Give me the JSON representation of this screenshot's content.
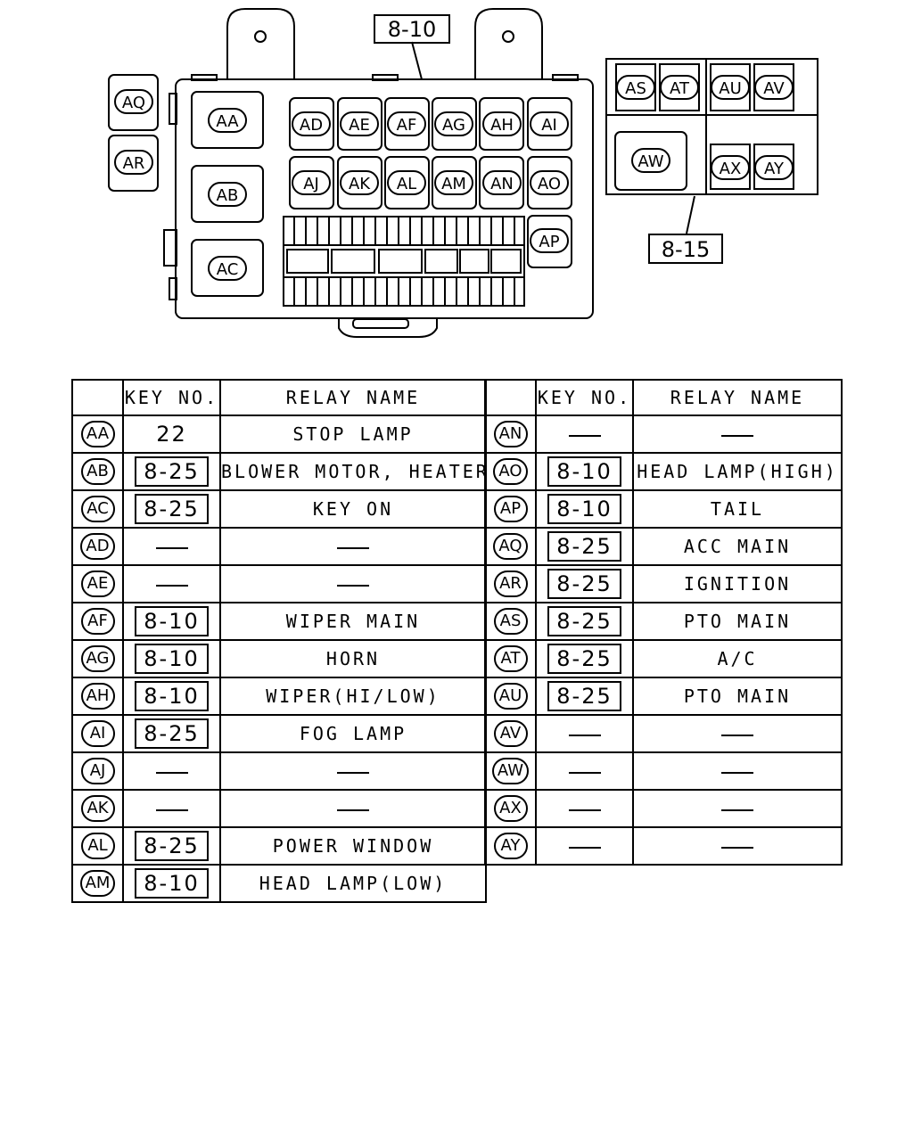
{
  "diagram": {
    "callout_top": "8-10",
    "callout_right": "8-15",
    "main_box_labels": [
      "AA",
      "AB",
      "AC",
      "AD",
      "AE",
      "AF",
      "AG",
      "AH",
      "AI",
      "AJ",
      "AK",
      "AL",
      "AM",
      "AN",
      "AO",
      "AP"
    ],
    "side_labels": [
      "AQ",
      "AR"
    ],
    "sub_box_labels": [
      "AS",
      "AT",
      "AU",
      "AV",
      "AW",
      "AX",
      "AY"
    ]
  },
  "table": {
    "headers": {
      "key_no": "KEY NO.",
      "relay_name": "RELAY NAME"
    },
    "left": [
      {
        "code": "AA",
        "key": "22",
        "key_boxed": false,
        "relay": "STOP LAMP"
      },
      {
        "code": "AB",
        "key": "8-25",
        "key_boxed": true,
        "relay": "BLOWER MOTOR, HEATER"
      },
      {
        "code": "AC",
        "key": "8-25",
        "key_boxed": true,
        "relay": "KEY ON"
      },
      {
        "code": "AD",
        "key": "",
        "key_boxed": false,
        "relay": ""
      },
      {
        "code": "AE",
        "key": "",
        "key_boxed": false,
        "relay": ""
      },
      {
        "code": "AF",
        "key": "8-10",
        "key_boxed": true,
        "relay": "WIPER MAIN"
      },
      {
        "code": "AG",
        "key": "8-10",
        "key_boxed": true,
        "relay": "HORN"
      },
      {
        "code": "AH",
        "key": "8-10",
        "key_boxed": true,
        "relay": "WIPER(HI/LOW)"
      },
      {
        "code": "AI",
        "key": "8-25",
        "key_boxed": true,
        "relay": "FOG LAMP"
      },
      {
        "code": "AJ",
        "key": "",
        "key_boxed": false,
        "relay": ""
      },
      {
        "code": "AK",
        "key": "",
        "key_boxed": false,
        "relay": ""
      },
      {
        "code": "AL",
        "key": "8-25",
        "key_boxed": true,
        "relay": "POWER WINDOW"
      },
      {
        "code": "AM",
        "key": "8-10",
        "key_boxed": true,
        "relay": "HEAD LAMP(LOW)"
      }
    ],
    "right": [
      {
        "code": "AN",
        "key": "",
        "key_boxed": false,
        "relay": ""
      },
      {
        "code": "AO",
        "key": "8-10",
        "key_boxed": true,
        "relay": "HEAD LAMP(HIGH)"
      },
      {
        "code": "AP",
        "key": "8-10",
        "key_boxed": true,
        "relay": "TAIL"
      },
      {
        "code": "AQ",
        "key": "8-25",
        "key_boxed": true,
        "relay": "ACC MAIN"
      },
      {
        "code": "AR",
        "key": "8-25",
        "key_boxed": true,
        "relay": "IGNITION"
      },
      {
        "code": "AS",
        "key": "8-25",
        "key_boxed": true,
        "relay": "PTO MAIN"
      },
      {
        "code": "AT",
        "key": "8-25",
        "key_boxed": true,
        "relay": "A/C"
      },
      {
        "code": "AU",
        "key": "8-25",
        "key_boxed": true,
        "relay": "PTO MAIN"
      },
      {
        "code": "AV",
        "key": "",
        "key_boxed": false,
        "relay": ""
      },
      {
        "code": "AW",
        "key": "",
        "key_boxed": false,
        "relay": ""
      },
      {
        "code": "AX",
        "key": "",
        "key_boxed": false,
        "relay": ""
      },
      {
        "code": "AY",
        "key": "",
        "key_boxed": false,
        "relay": ""
      }
    ]
  }
}
